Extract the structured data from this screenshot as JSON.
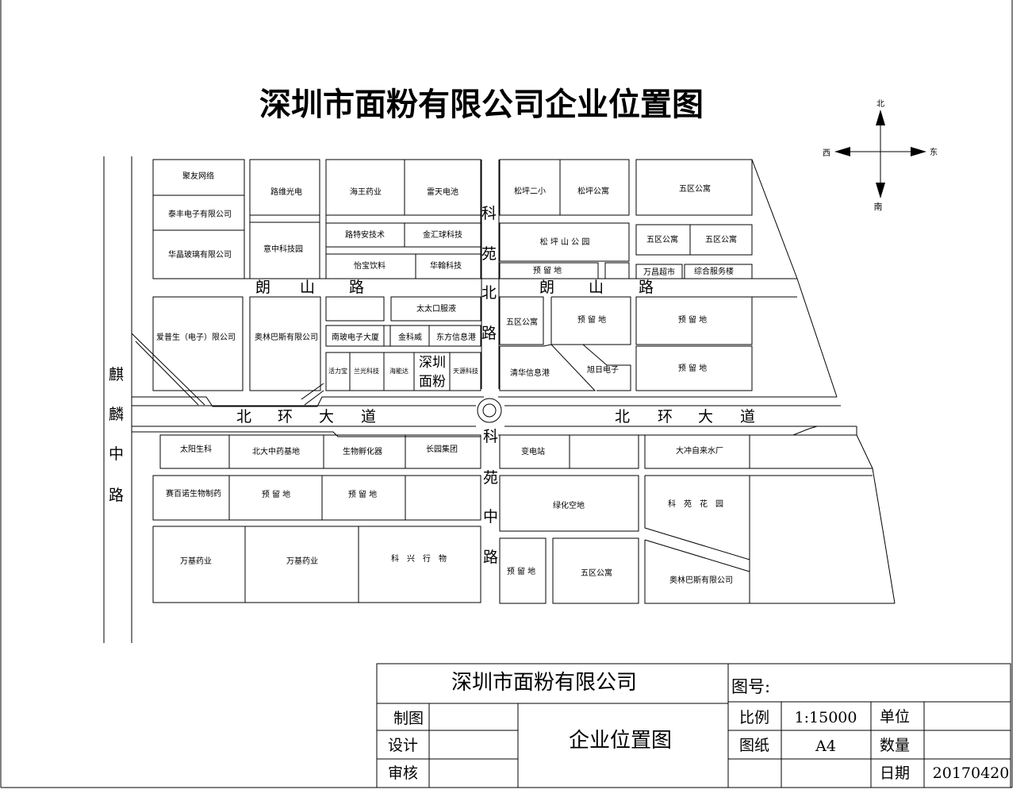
{
  "title": "深圳市面粉有限公司企业位置图",
  "compass": {
    "north": "北",
    "south": "南",
    "east": "东",
    "west": "西"
  },
  "roads": {
    "langshan_left": [
      "朗",
      "山",
      "路"
    ],
    "langshan_right": [
      "朗",
      "山",
      "路"
    ],
    "beihuan_left": [
      "北",
      "环",
      "大",
      "道"
    ],
    "beihuan_right": [
      "北",
      "环",
      "大",
      "道"
    ],
    "kebei": [
      "科",
      "苑",
      "北",
      "路"
    ],
    "kezhong": [
      "科",
      "苑",
      "中",
      "路"
    ],
    "qilin": [
      "麒",
      "麟",
      "中",
      "路"
    ]
  },
  "blocks": {
    "juyou": "聚友网络",
    "taifeng": "泰丰电子有限公司",
    "huajing": "华晶玻璃有限公司",
    "luyuan": "路维光电",
    "yizhong": "意中科技园",
    "haiwang": "海王药业",
    "leitian": "雷天电池",
    "luteann": "路特安技术",
    "jinhuiqiu": "金汇球科技",
    "yibao": "怡宝饮料",
    "huahan": "华翰科技",
    "songping2": "松坪二小",
    "songping_apt": "松坪公寓",
    "wuqu1": "五区公寓",
    "songping_park": "松 坪 山 公 园",
    "wuqu2": "五区公寓",
    "wuqu3": "五区公寓",
    "yuliu1": "预 留 地",
    "wanchang": "万昌超市",
    "zonghe": "综合服务楼",
    "aipusheng": "爱普生（电子）限公司",
    "aolinbasi1": "奥林巴斯有限公司",
    "taitai": "太太口服液",
    "nanbo": "南玻电子大厦",
    "jinkewei": "金科威",
    "dongfang": "东方信息港",
    "huolibao": "活力宝",
    "languang": "兰光科技",
    "haineng": "海能达",
    "szmf": [
      "深圳",
      "面粉"
    ],
    "tianyuan": "天源科技",
    "wuqu4": "五区公寓",
    "yuliu2": "预 留 地",
    "yuliu3": "预 留 地",
    "qinghua": "清华信息港",
    "xuri": "旭日电子",
    "yuliu4": "预 留 地",
    "taiyang": "太阳生科",
    "beida": "北大中药基地",
    "shengwu": "生物孵化器",
    "changyuan": "长园集团",
    "biandian": "变电站",
    "dachong": "大冲自来水厂",
    "saibainuo": "赛百诺生物制药",
    "yuliu5": "预 留 地",
    "yuliu6": "预 留 地",
    "lvhua": "绿化空地",
    "keyuan_garden": "科　苑　花　园",
    "wanji1": "万基药业",
    "wanji2": "万基药业",
    "kexing": "科　兴　行　物",
    "yuliu7": "预 留 地",
    "wuqu5": "五区公寓",
    "aolinbasi2": "奥林巴斯有限公司"
  },
  "title_block": {
    "company": "深圳市面粉有限公司",
    "drawing_no_label": "图号:",
    "drawn_by": "制图",
    "designed_by": "设计",
    "checked_by": "审核",
    "drawing_name": "企业位置图",
    "scale_label": "比例",
    "scale_value": "1:15000",
    "unit_label": "单位",
    "paper_label": "图纸",
    "paper_value": "A4",
    "quantity_label": "数量",
    "date_label": "日期",
    "date_value": "20170420"
  }
}
